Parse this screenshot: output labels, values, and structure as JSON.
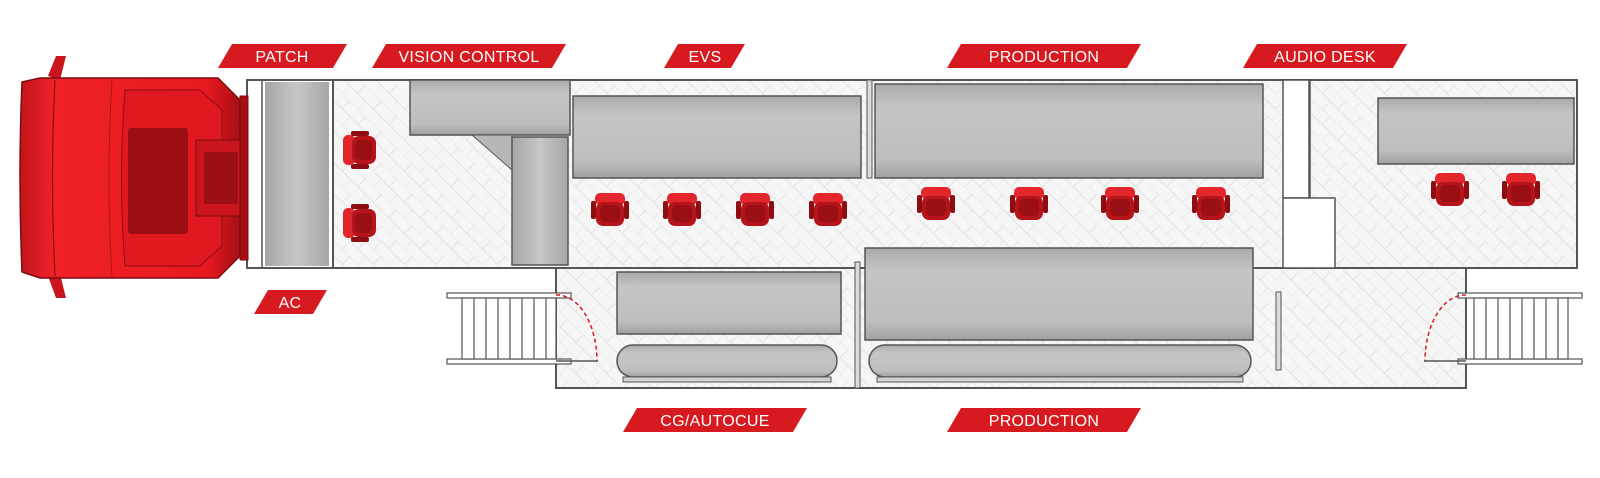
{
  "labels": {
    "patch": "PATCH",
    "vision_control": "VISION CONTROL",
    "evs": "EVS",
    "production_top": "PRODUCTION",
    "audio_desk": "AUDIO DESK",
    "ac": "AC",
    "cg_autocue": "CG/AUTOCUE",
    "production_bottom": "PRODUCTION"
  },
  "colors": {
    "label_bg": "#d71920",
    "cab_red": "#e4161d",
    "cab_dark": "#9b0e12",
    "desk_grey": "#bdbec0",
    "wall": "#4d4d4f",
    "floor": "#f4f4f4",
    "chair": "#c8171c"
  }
}
